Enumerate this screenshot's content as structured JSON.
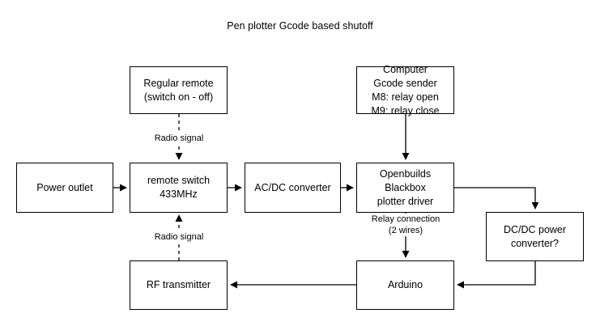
{
  "diagram": {
    "title": "Pen plotter Gcode based shutoff",
    "nodes": {
      "regular_remote": "Regular remote\n(switch on - off)",
      "computer": "Computer\nGcode sender\nM8: relay open\nM9: relay close",
      "power_outlet": "Power outlet",
      "remote_switch": "remote switch\n433MHz",
      "acdc_converter": "AC/DC converter",
      "openbuilds": "Openbuilds\nBlackbox\nplotter driver",
      "dcdc_converter": "DC/DC power\nconverter?",
      "rf_transmitter": "RF transmitter",
      "arduino": "Arduino"
    },
    "edge_labels": {
      "radio_signal_top": "Radio signal",
      "radio_signal_bottom": "Radio signal",
      "relay_connection": "Relay connection\n(2 wires)"
    },
    "colors": {
      "stroke": "#000000",
      "fill": "#ffffff",
      "text": "#000000"
    }
  }
}
